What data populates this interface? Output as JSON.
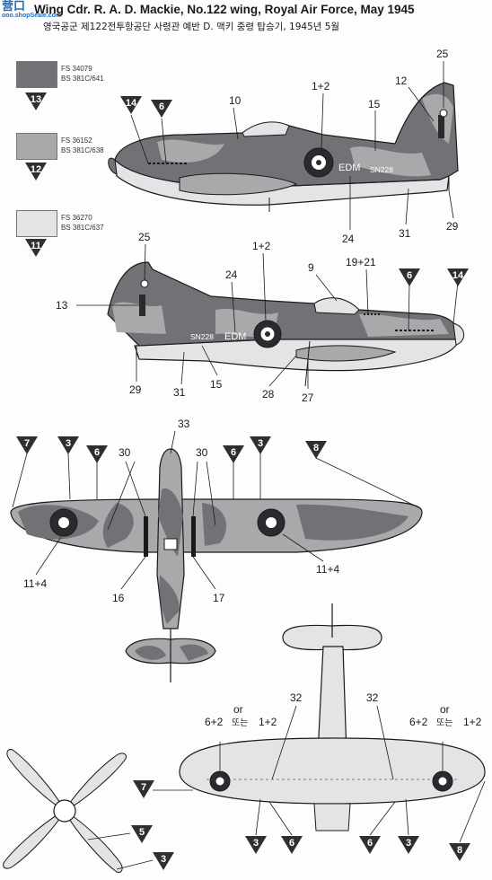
{
  "header": {
    "watermark": "营口",
    "watermark_url": "ooo.shopSeale.com",
    "title": "Wing Cdr. R. A. D. Mackie, No.122 wing, Royal Air Force, May 1945",
    "subtitle": "영국공군 제122전투항공단 사령관 예반 D. 맥키 중령 탑승기, 1945년 5월"
  },
  "colors": {
    "dark_grey": "#707275",
    "medium_grey": "#a7a9ab",
    "light_grey": "#e4e4e6",
    "roundel_blue": "#3a3c40",
    "line": "#1a1a1a"
  },
  "swatches": [
    {
      "fs": "FS 34079",
      "bs": "BS 381C/641",
      "number": "13"
    },
    {
      "fs": "FS 36152",
      "bs": "BS 381C/638",
      "number": "12"
    },
    {
      "fs": "FS 36270",
      "bs": "BS 381C/637",
      "number": "11"
    }
  ],
  "markings": {
    "squadron_code": "EDM",
    "serial": "SN228"
  },
  "labels": {
    "starboard": {
      "l10": "10",
      "l1p2": "1+2",
      "l25": "25",
      "l12": "12",
      "l15": "15",
      "l24": "24",
      "l31": "31",
      "l29": "29",
      "t14": "14",
      "t6": "6"
    },
    "port": {
      "l25": "25",
      "l1p2": "1+2",
      "l24": "24",
      "l9": "9",
      "l19p21": "19+21",
      "l13": "13",
      "l29": "29",
      "l31": "31",
      "l15": "15",
      "l28": "28",
      "l27": "27",
      "t6": "6",
      "t14": "14"
    },
    "top": {
      "l33": "33",
      "l30a": "30",
      "l30b": "30",
      "l11p4a": "11+4",
      "l11p4b": "11+4",
      "l16": "16",
      "l17": "17",
      "t7": "7",
      "t3a": "3",
      "t6a": "6",
      "t6b": "6",
      "t3b": "3",
      "t8": "8"
    },
    "bottom": {
      "l32a": "32",
      "l32b": "32",
      "l6p2a": "6+2",
      "or_a": "or",
      "ko_or_a": "또는",
      "l1p2a": "1+2",
      "l6p2b": "6+2",
      "or_b": "or",
      "ko_or_b": "또는",
      "l1p2b": "1+2",
      "t7": "7",
      "t3a": "3",
      "t6a": "6",
      "t6b": "6",
      "t3b": "3",
      "t8": "8"
    },
    "propeller": {
      "t5": "5",
      "t3": "3"
    }
  }
}
